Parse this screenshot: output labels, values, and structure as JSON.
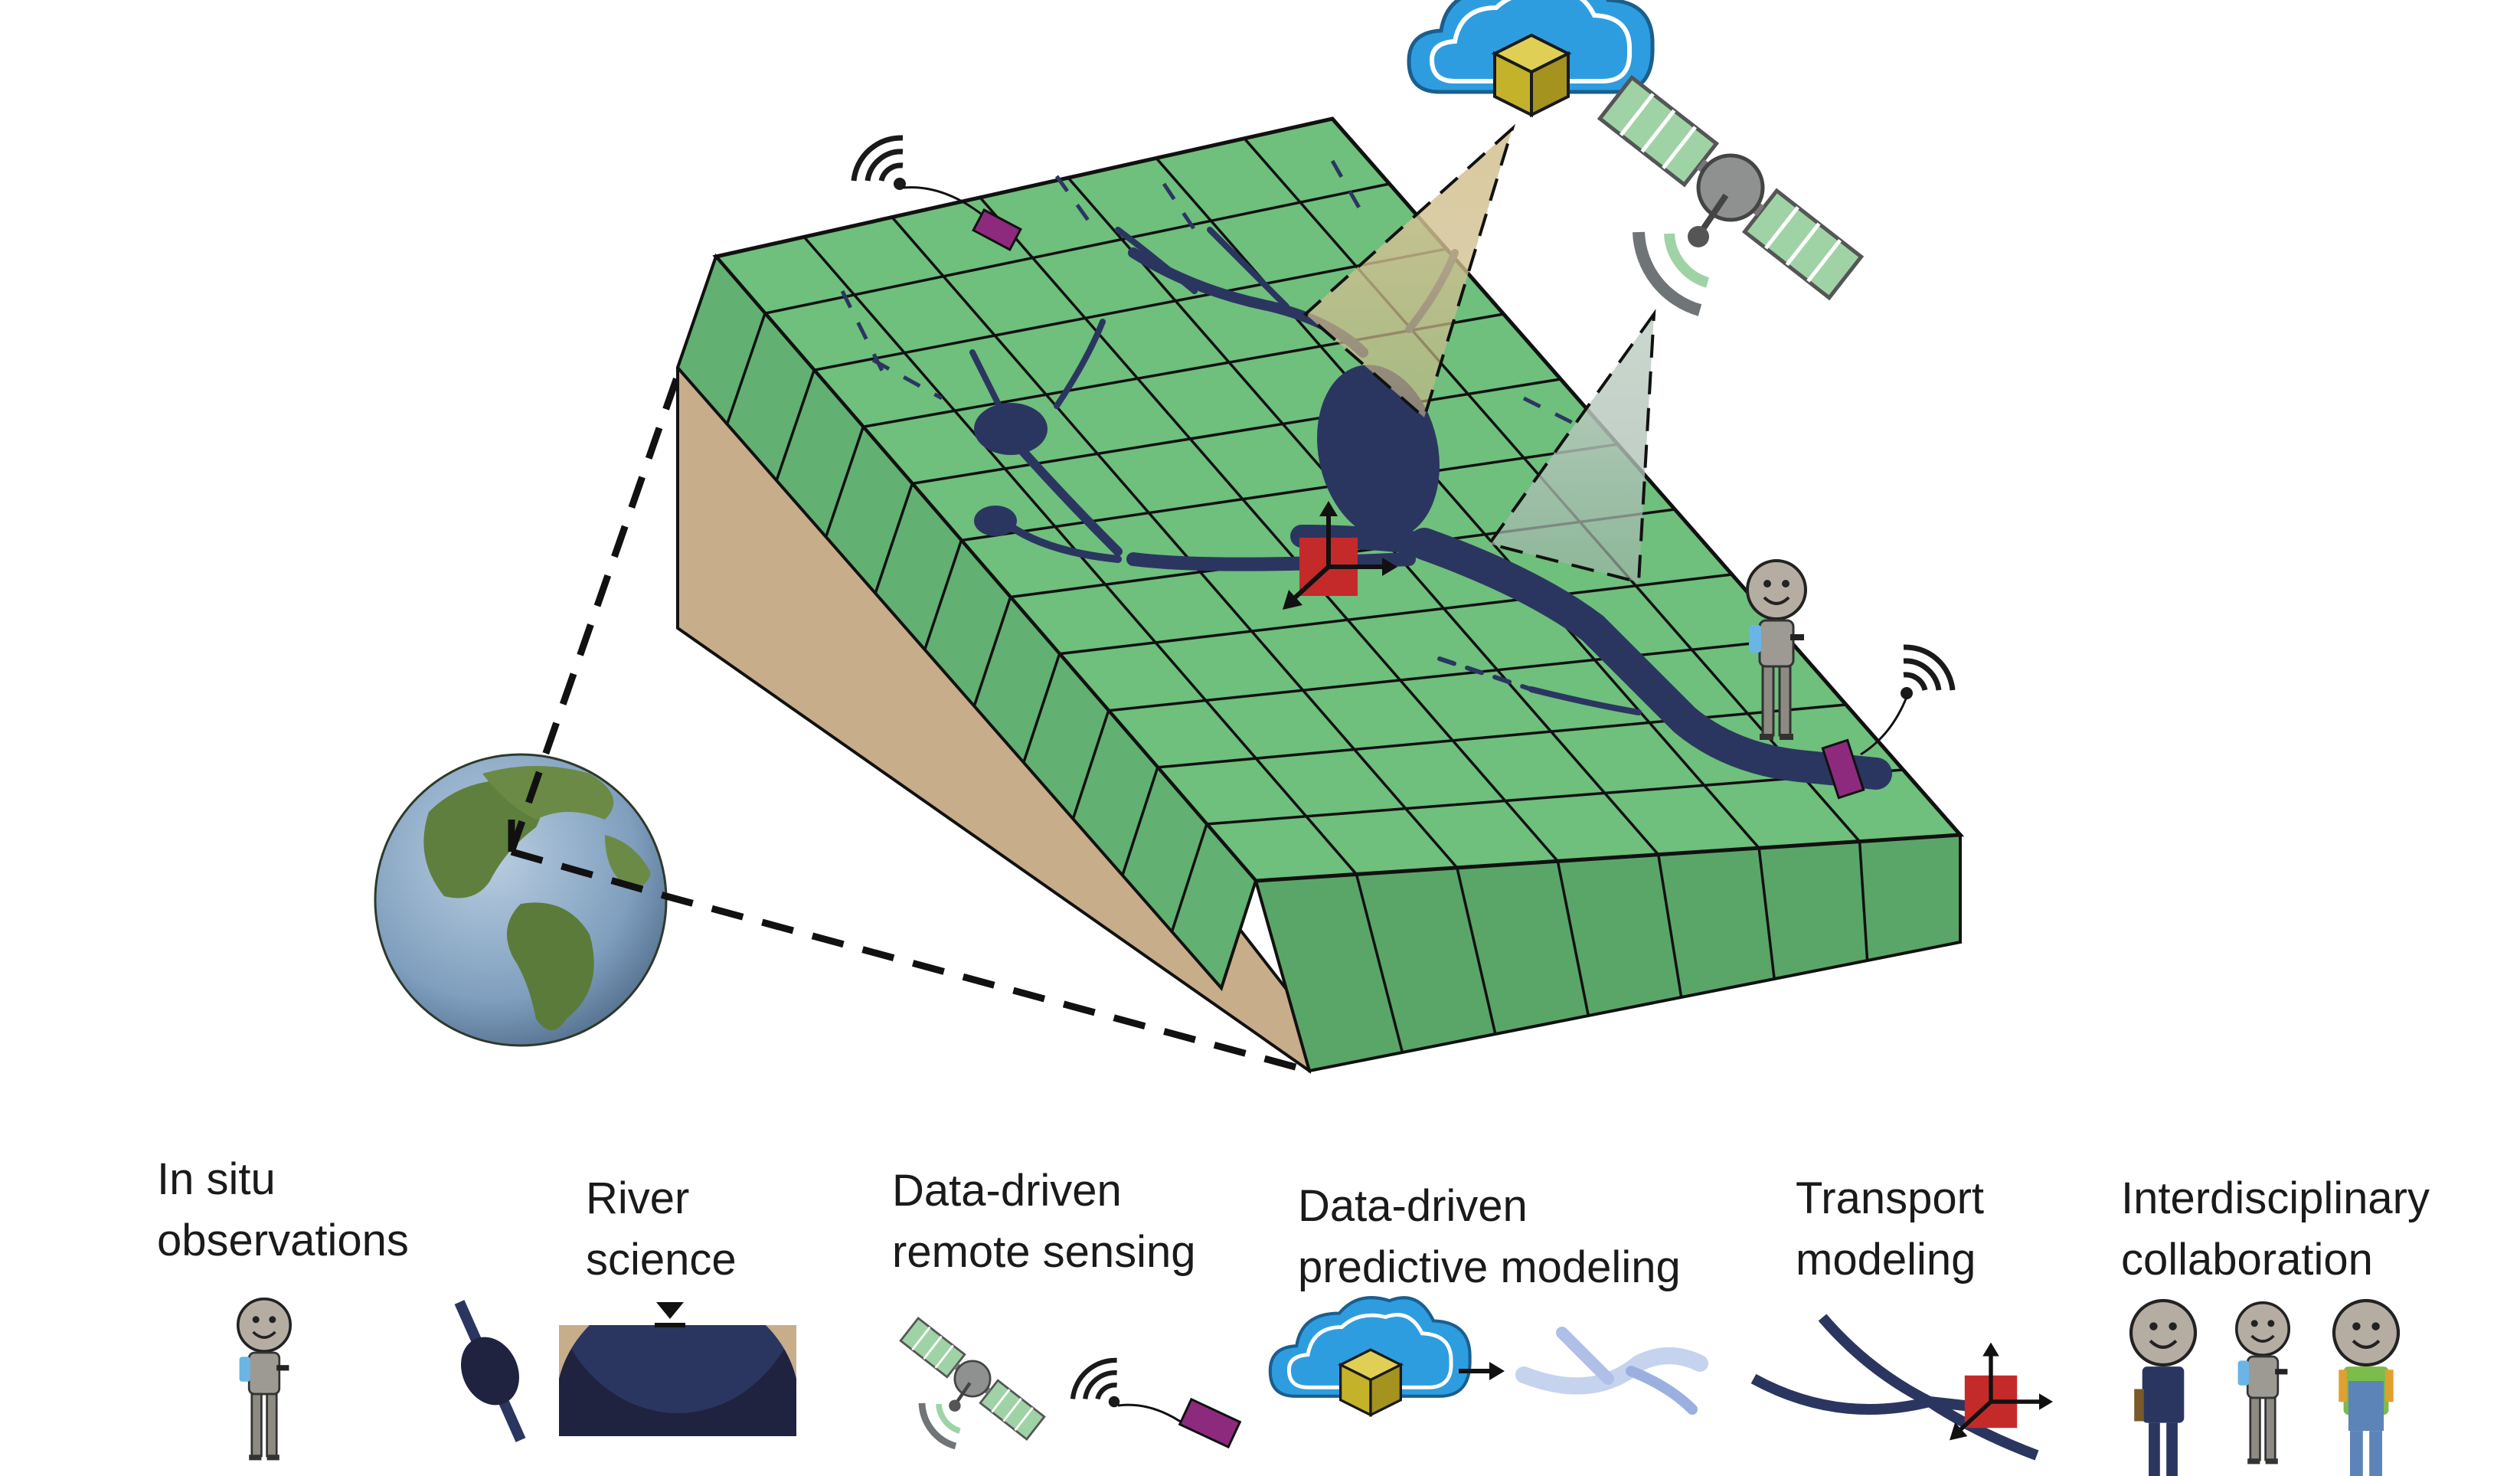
{
  "labels": {
    "in_situ": {
      "line1": "In situ",
      "line2": "observations"
    },
    "river_science": {
      "line1": "River",
      "line2": "science"
    },
    "remote_sensing": {
      "line1": "Data-driven",
      "line2": "remote sensing"
    },
    "predictive_modeling": {
      "line1": "Data-driven",
      "line2": "predictive modeling"
    },
    "transport_modeling": {
      "line1": "Transport",
      "line2": "modeling"
    },
    "collaboration": {
      "line1": "Interdisciplinary",
      "line2": "collaboration"
    }
  },
  "colors": {
    "grid_green": "#6fbf7d",
    "grid_side": "#5aa669",
    "soil": "#c8ad8b",
    "river": "#2b3660",
    "sensor": "#8e2a7e",
    "model_cell": "#c52a2a",
    "cloud": "#2e9de0",
    "cube": "#c4b22a",
    "satellite_panel": "#9fd3a6"
  },
  "icons": [
    "globe-icon",
    "cloud-icon",
    "satellite-icon",
    "wifi-icon",
    "sensor-icon",
    "person-icon",
    "model-cell-icon"
  ]
}
